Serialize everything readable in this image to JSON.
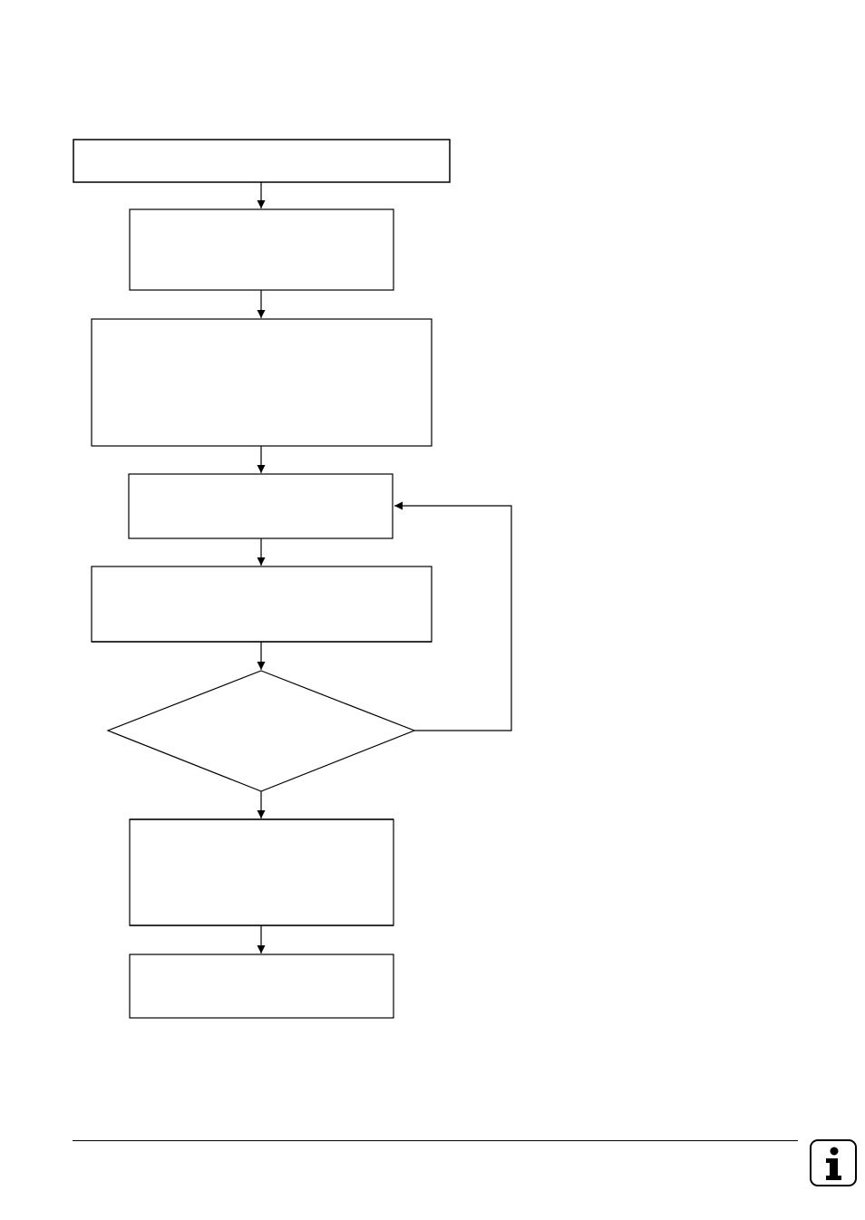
{
  "colors": {
    "background": "#ffffff",
    "stroke": "#000000",
    "badge_fill": "#ffffff"
  },
  "icons": {
    "badge": "info-icon"
  },
  "flowchart": {
    "nodes": [
      {
        "id": "step-1",
        "shape": "rectangle",
        "label": ""
      },
      {
        "id": "step-2",
        "shape": "rectangle",
        "label": ""
      },
      {
        "id": "step-3",
        "shape": "rectangle",
        "label": ""
      },
      {
        "id": "step-4",
        "shape": "rectangle",
        "label": ""
      },
      {
        "id": "step-5",
        "shape": "rectangle",
        "label": ""
      },
      {
        "id": "decision",
        "shape": "diamond",
        "label": ""
      },
      {
        "id": "step-6",
        "shape": "rectangle",
        "label": ""
      },
      {
        "id": "step-7",
        "shape": "rectangle",
        "label": ""
      }
    ],
    "edges": [
      {
        "from": "step-1",
        "to": "step-2"
      },
      {
        "from": "step-2",
        "to": "step-3"
      },
      {
        "from": "step-3",
        "to": "step-4"
      },
      {
        "from": "step-4",
        "to": "step-5"
      },
      {
        "from": "step-5",
        "to": "decision"
      },
      {
        "from": "decision",
        "to": "step-4",
        "route": "loop-right"
      },
      {
        "from": "decision",
        "to": "step-6"
      },
      {
        "from": "step-6",
        "to": "step-7"
      }
    ]
  }
}
